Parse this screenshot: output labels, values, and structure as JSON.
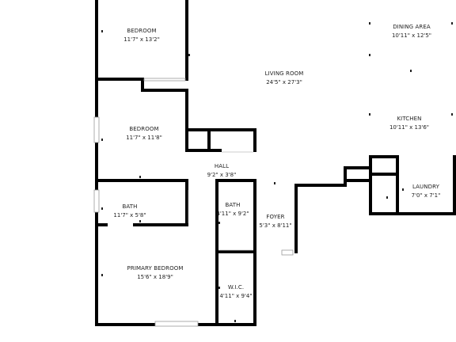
{
  "rooms": {
    "bedroom_top": {
      "name": "BEDROOM",
      "dim": "11'7\" x 13'2\""
    },
    "bedroom_mid": {
      "name": "BEDROOM",
      "dim": "11'7\" x 11'8\""
    },
    "living_room": {
      "name": "LIVING ROOM",
      "dim": "24'5\" x 27'3\""
    },
    "dining_area": {
      "name": "DINING AREA",
      "dim": "10'11\" x 12'5\""
    },
    "kitchen": {
      "name": "KITCHEN",
      "dim": "10'11\" x 13'6\""
    },
    "hall": {
      "name": "HALL",
      "dim": "9'2\" x 3'8\""
    },
    "bath_left": {
      "name": "BATH",
      "dim": "11'7\" x 5'8\""
    },
    "bath_mid": {
      "name": "BATH",
      "dim": "4'11\" x 9'2\""
    },
    "foyer": {
      "name": "FOYER",
      "dim": "5'3\" x 8'11\""
    },
    "laundry": {
      "name": "LAUNDRY",
      "dim": "7'0\" x 7'1\""
    },
    "primary_bedroom": {
      "name": "PRIMARY BEDROOM",
      "dim": "15'6\" x 18'9\""
    },
    "wic": {
      "name": "W.I.C.",
      "dim": "4'11\" x 9'4\""
    }
  }
}
